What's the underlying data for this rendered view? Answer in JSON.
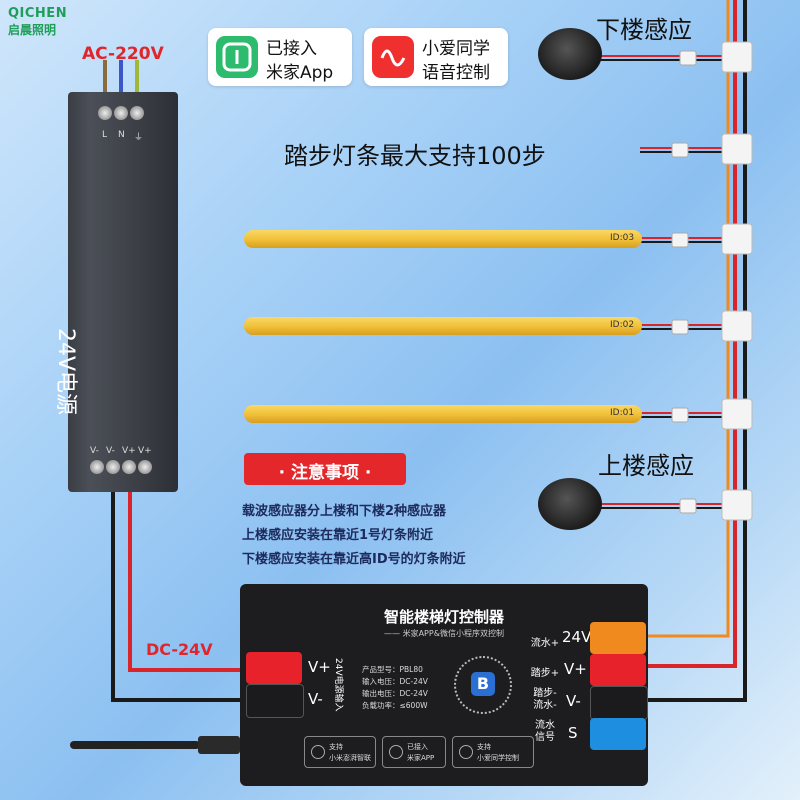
{
  "brand": {
    "logo": "QICHEN",
    "name": "启晨照明"
  },
  "badges": [
    {
      "line1": "已接入",
      "line2": "米家App",
      "icon": "mijia-icon",
      "color": "#2dbb6d"
    },
    {
      "line1": "小爱同学",
      "line2": "语音控制",
      "icon": "xiaoai-icon",
      "color": "#f0302f"
    }
  ],
  "labels": {
    "ac": "AC-220V",
    "dc": "DC-24V",
    "downstairs": "下楼感应",
    "upstairs": "上楼感应",
    "max_steps": "踏步灯条最大支持100步"
  },
  "psu": {
    "title": "24V电源",
    "top_terminals": [
      "L",
      "N",
      "⏚"
    ],
    "bottom_terminals": [
      "V-",
      "V-",
      "V+",
      "V+"
    ]
  },
  "strips": [
    {
      "id": "ID:03"
    },
    {
      "id": "ID:02"
    },
    {
      "id": "ID:01"
    }
  ],
  "notice": {
    "title": "· 注意事项 ·",
    "lines": [
      "载波感应器分上楼和下楼2种感应器",
      "上楼感应安装在靠近1号灯条附近",
      "下楼感应安装在靠近高ID号的灯条附近"
    ]
  },
  "controller": {
    "title": "智能楼梯灯控制器",
    "subtitle": "—— 米家APP&微信小程序双控制",
    "input_label": "24V电源输入",
    "left_ports": [
      "V+",
      "V-"
    ],
    "specs": [
      "产品型号：PBL80",
      "输入电压：DC-24V",
      "输出电压：DC-24V",
      "负载功率：≤600W"
    ],
    "right_rows": [
      {
        "side": "流水+",
        "label": "24V",
        "color": "#f08a1e"
      },
      {
        "side": "踏步+",
        "label": "V+",
        "color": "#e8222a"
      },
      {
        "side": "踏步-\n流水-",
        "label": "V-",
        "color": "#1b1b1d"
      },
      {
        "side": "流水\n信号",
        "label": "S",
        "color": "#1e8fe0"
      }
    ],
    "chips": [
      {
        "l1": "支持",
        "l2": "小米澎湃智联"
      },
      {
        "l1": "已接入",
        "l2": "米家APP"
      },
      {
        "l1": "支持",
        "l2": "小爱同学控制"
      }
    ]
  },
  "colors": {
    "red_wire": "#d9252a",
    "black_wire": "#1a1a1a",
    "strip": "#f2c23a",
    "accent": "#e3272b"
  }
}
